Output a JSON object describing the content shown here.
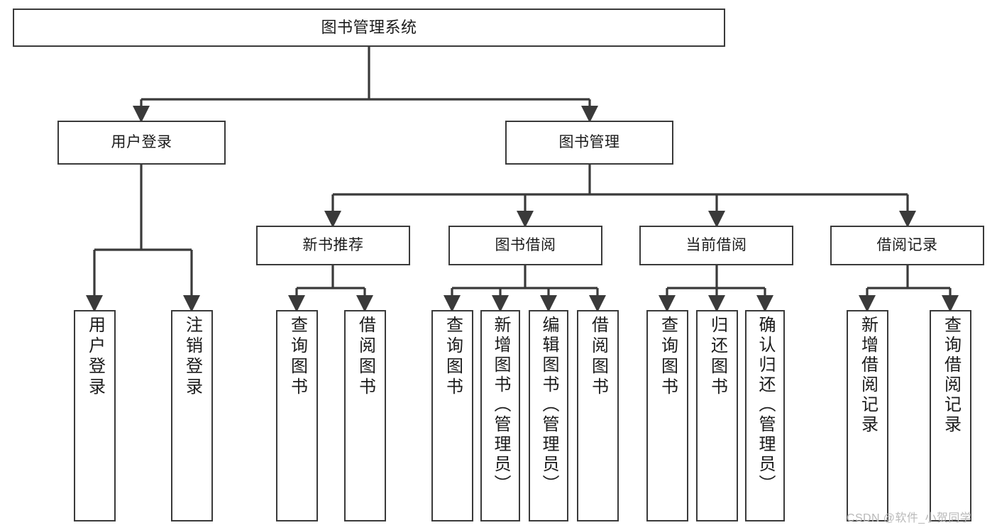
{
  "diagram": {
    "title": "图书管理系统",
    "type": "tree",
    "watermark": "CSDN @软件_小贺同学",
    "stroke_color": "#3a3a3a",
    "background_color": "#ffffff",
    "text_color": "#1b1b1b",
    "nodes": {
      "root": {
        "label": "图书管理系统",
        "level": 0
      },
      "user_login": {
        "label": "用户登录",
        "level": 1
      },
      "book_mgmt": {
        "label": "图书管理",
        "level": 1
      },
      "new_book_rec": {
        "label": "新书推荐",
        "level": 2
      },
      "book_borrow": {
        "label": "图书借阅",
        "level": 2
      },
      "current_borrow": {
        "label": "当前借阅",
        "level": 2
      },
      "borrow_record": {
        "label": "借阅记录",
        "level": 2
      },
      "leaf_user_login": {
        "label": "用户登录",
        "level": 3
      },
      "leaf_logout": {
        "label": "注销登录",
        "level": 3
      },
      "leaf_query_book_a": {
        "label": "查询图书",
        "level": 3
      },
      "leaf_borrow_book_a": {
        "label": "借阅图书",
        "level": 3
      },
      "leaf_query_book_b": {
        "label": "查询图书",
        "level": 3
      },
      "leaf_add_book": {
        "label": "新增图书（管理员）",
        "level": 3
      },
      "leaf_edit_book": {
        "label": "编辑图书（管理员）",
        "level": 3
      },
      "leaf_borrow_book_b": {
        "label": "借阅图书",
        "level": 3
      },
      "leaf_query_book_c": {
        "label": "查询图书",
        "level": 3
      },
      "leaf_return_book": {
        "label": "归还图书",
        "level": 3
      },
      "leaf_confirm_return": {
        "label": "确认归还（管理员）",
        "level": 3
      },
      "leaf_add_record": {
        "label": "新增借阅记录",
        "level": 3
      },
      "leaf_query_record": {
        "label": "查询借阅记录",
        "level": 3
      }
    },
    "edges": [
      {
        "from": "root",
        "to": "user_login"
      },
      {
        "from": "root",
        "to": "book_mgmt"
      },
      {
        "from": "user_login",
        "to": "leaf_user_login"
      },
      {
        "from": "user_login",
        "to": "leaf_logout"
      },
      {
        "from": "book_mgmt",
        "to": "new_book_rec"
      },
      {
        "from": "book_mgmt",
        "to": "book_borrow"
      },
      {
        "from": "book_mgmt",
        "to": "current_borrow"
      },
      {
        "from": "book_mgmt",
        "to": "borrow_record"
      },
      {
        "from": "new_book_rec",
        "to": "leaf_query_book_a"
      },
      {
        "from": "new_book_rec",
        "to": "leaf_borrow_book_a"
      },
      {
        "from": "book_borrow",
        "to": "leaf_query_book_b"
      },
      {
        "from": "book_borrow",
        "to": "leaf_add_book"
      },
      {
        "from": "book_borrow",
        "to": "leaf_edit_book"
      },
      {
        "from": "book_borrow",
        "to": "leaf_borrow_book_b"
      },
      {
        "from": "current_borrow",
        "to": "leaf_query_book_c"
      },
      {
        "from": "current_borrow",
        "to": "leaf_return_book"
      },
      {
        "from": "current_borrow",
        "to": "leaf_confirm_return"
      },
      {
        "from": "borrow_record",
        "to": "leaf_add_record"
      },
      {
        "from": "borrow_record",
        "to": "leaf_query_record"
      }
    ]
  }
}
